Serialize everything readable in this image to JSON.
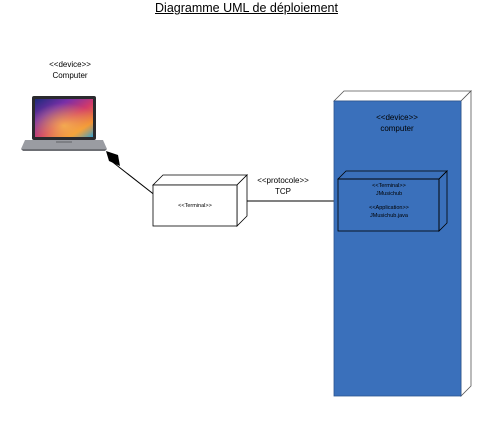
{
  "title": "Diagramme UML de déploiement",
  "device_computer": {
    "stereotype": "<<device>>",
    "name": "Computer"
  },
  "terminal_client": {
    "stereotype": "<<Terminal>>"
  },
  "connection": {
    "stereotype": "<<protocole>>",
    "name": "TCP"
  },
  "device_server": {
    "stereotype": "<<device>>",
    "name": "computer",
    "fill_color": "#3a70bb"
  },
  "terminal_server": {
    "stereotype": "<<Terminal>>",
    "name": "JMusichub",
    "artifact_stereotype": "<<Application>>",
    "artifact_name": "JMusichub.java"
  }
}
